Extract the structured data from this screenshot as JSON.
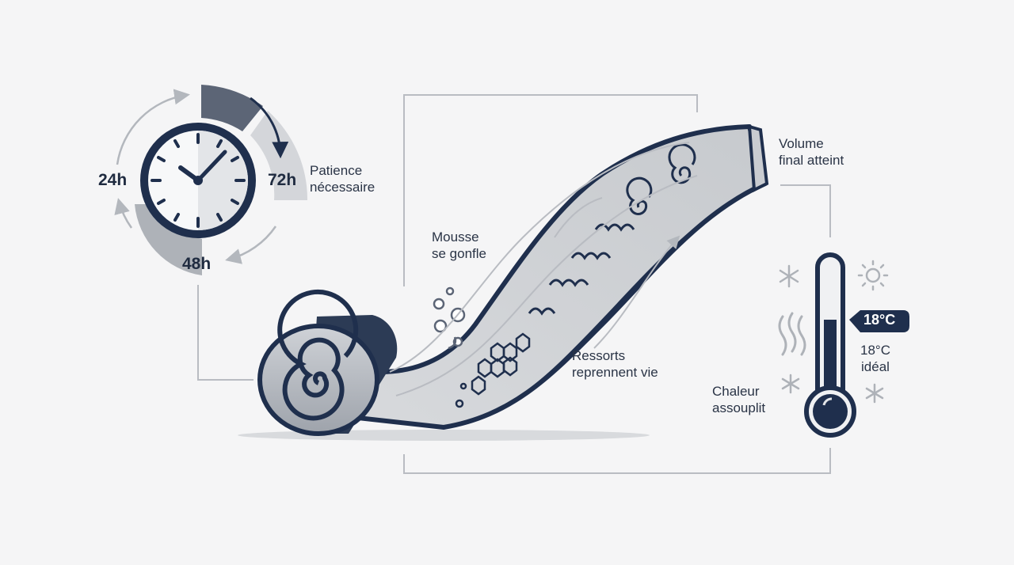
{
  "colors": {
    "navy": "#1f2f4d",
    "gray_light": "#d4d6da",
    "gray_mid": "#aeb2b8",
    "gray_dark": "#5c6576",
    "line": "#b9bcc2",
    "background": "#f5f5f6"
  },
  "clock": {
    "hours": [
      "24h",
      "72h",
      "48h"
    ],
    "caption": [
      "Patience",
      "nécessaire"
    ]
  },
  "mattress": {
    "labels": {
      "inflate": [
        "Mousse",
        "se gonfle"
      ],
      "springs": [
        "Ressorts",
        "reprennent vie"
      ],
      "volume": [
        "Volume",
        "final atteint"
      ]
    }
  },
  "thermometer": {
    "badge": "18°C",
    "ideal": [
      "18°C",
      "idéal"
    ],
    "warmth": [
      "Chaleur",
      "assouplit"
    ]
  }
}
